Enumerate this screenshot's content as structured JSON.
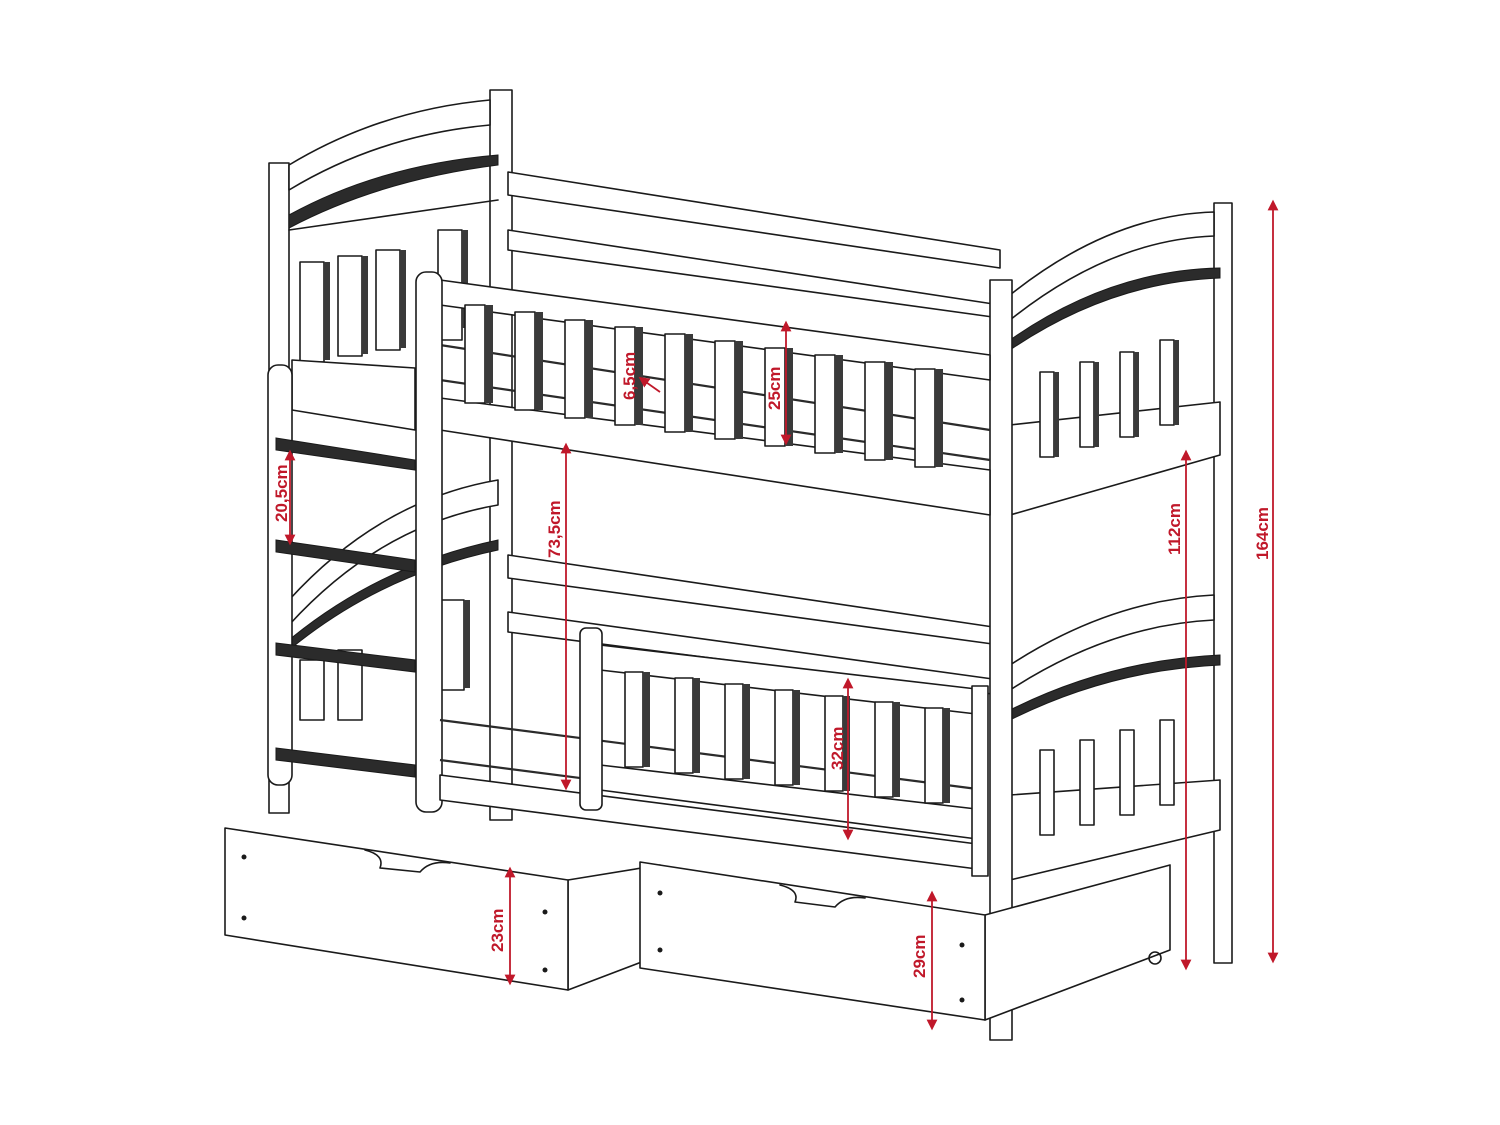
{
  "dimensions": {
    "total_height": "164cm",
    "lower_frame_height": "112cm",
    "bed_gap": "73,5cm",
    "upper_rail": "25cm",
    "slat_gap": "6,5cm",
    "ladder_step": "20,5cm",
    "lower_rail": "32cm",
    "drawer_left": "23cm",
    "drawer_right": "29cm"
  },
  "colors": {
    "dimension": "#c0182a",
    "outline": "#1a1a1a"
  }
}
